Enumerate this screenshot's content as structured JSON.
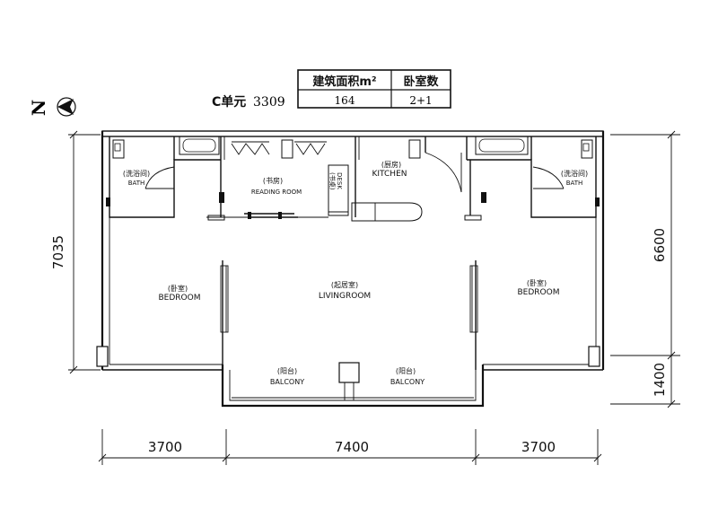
{
  "header": {
    "unit_label": "C单元",
    "unit_code": "3309",
    "table": {
      "col1_header": "建筑面积m²",
      "col2_header": "卧室数",
      "col1_value": "164",
      "col2_value": "2+1"
    },
    "north": "N"
  },
  "rooms": {
    "bath_left_cn": "(洗浴间)",
    "bath_left_en": "BATH",
    "reading_cn": "(书房)",
    "reading_en": "READING ROOM",
    "desk_cn": "(书桌)",
    "desk_en": "DESK",
    "kitchen_cn": "(厨房)",
    "kitchen_en": "KITCHEN",
    "bath_right_cn": "(洗浴间)",
    "bath_right_en": "BATH",
    "bedroom_left_cn": "(卧室)",
    "bedroom_left_en": "BEDROOM",
    "living_cn": "(起居室)",
    "living_en": "LIVINGROOM",
    "bedroom_right_cn": "(卧室)",
    "bedroom_right_en": "BEDROOM",
    "balcony_left_cn": "(阳台)",
    "balcony_left_en": "BALCONY",
    "balcony_right_cn": "(阳台)",
    "balcony_right_en": "BALCONY"
  },
  "dimensions": {
    "left_height": "7035",
    "right_upper": "6600",
    "right_lower": "1400",
    "bottom_left": "3700",
    "bottom_mid": "7400",
    "bottom_right": "3700"
  }
}
